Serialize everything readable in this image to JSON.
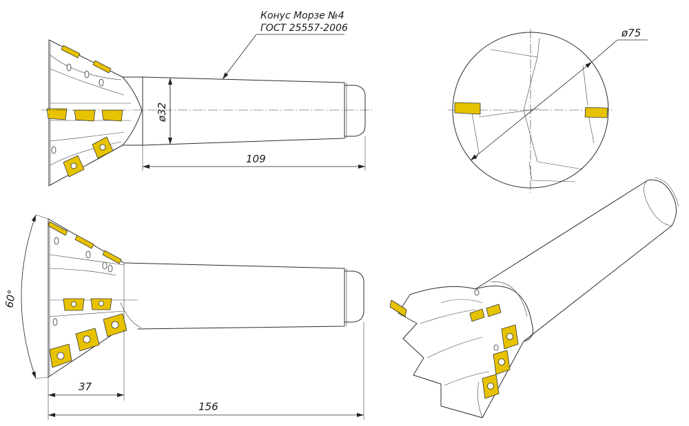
{
  "colors": {
    "insert_fill": "#e6c200",
    "line": "#2b2b2b",
    "background": "#ffffff"
  },
  "callout": {
    "line1": "Конус Морзе №4",
    "line2": "ГОСТ 25557-2006"
  },
  "dimensions": {
    "shank_diameter": "ø32",
    "shank_length": "109",
    "cutter_diameter": "ø75",
    "angle": "60°",
    "head_length": "37",
    "total_length": "156"
  }
}
